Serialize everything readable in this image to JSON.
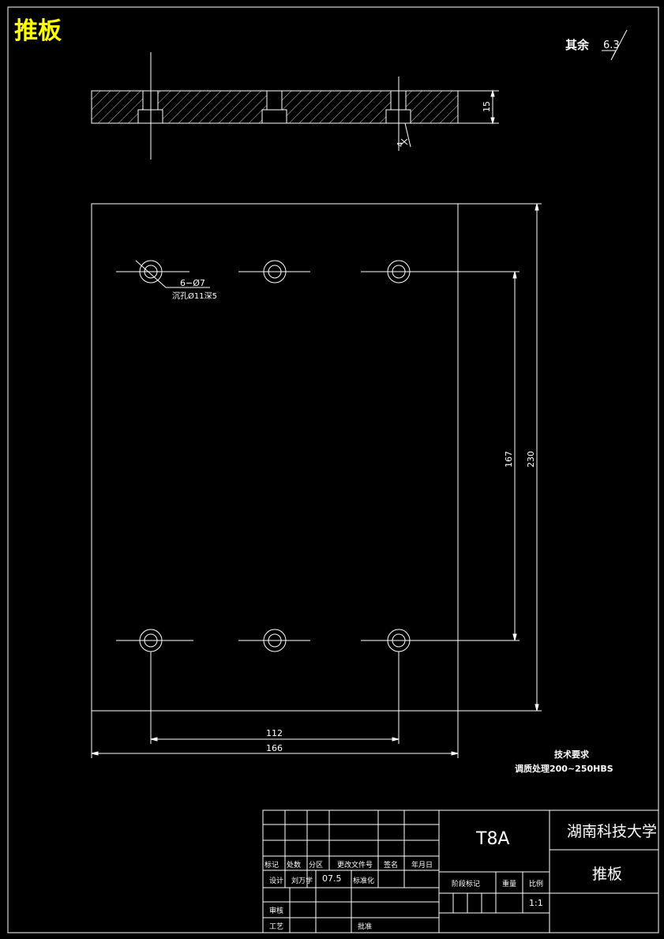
{
  "title": "推板",
  "roughness": {
    "label": "其余",
    "value": "6.3"
  },
  "dimensions": {
    "thickness": "15",
    "counterbore_depth": "4",
    "hole_spec": "6−Ø7",
    "counterbore_spec": "沉孔Ø11深5",
    "hole_spacing_vertical": "167",
    "plate_height": "230",
    "hole_spacing_horizontal": "112",
    "plate_width": "166"
  },
  "tech_requirements": {
    "title": "技术要求",
    "text": "调质处理200~250HBS"
  },
  "title_block": {
    "headers": [
      "标记",
      "处数",
      "分区",
      "更改文件号",
      "签名",
      "年月日"
    ],
    "design_label": "设计",
    "designer": "刘万学",
    "date": "07.5",
    "standard_label": "标准化",
    "review_label": "审核",
    "process_label": "工艺",
    "approve_label": "批准",
    "stage_label": "阶段标记",
    "weight_label": "重量",
    "scale_label": "比例",
    "scale": "1:1",
    "material": "T8A",
    "school": "湖南科技大学",
    "part_name": "推板"
  }
}
